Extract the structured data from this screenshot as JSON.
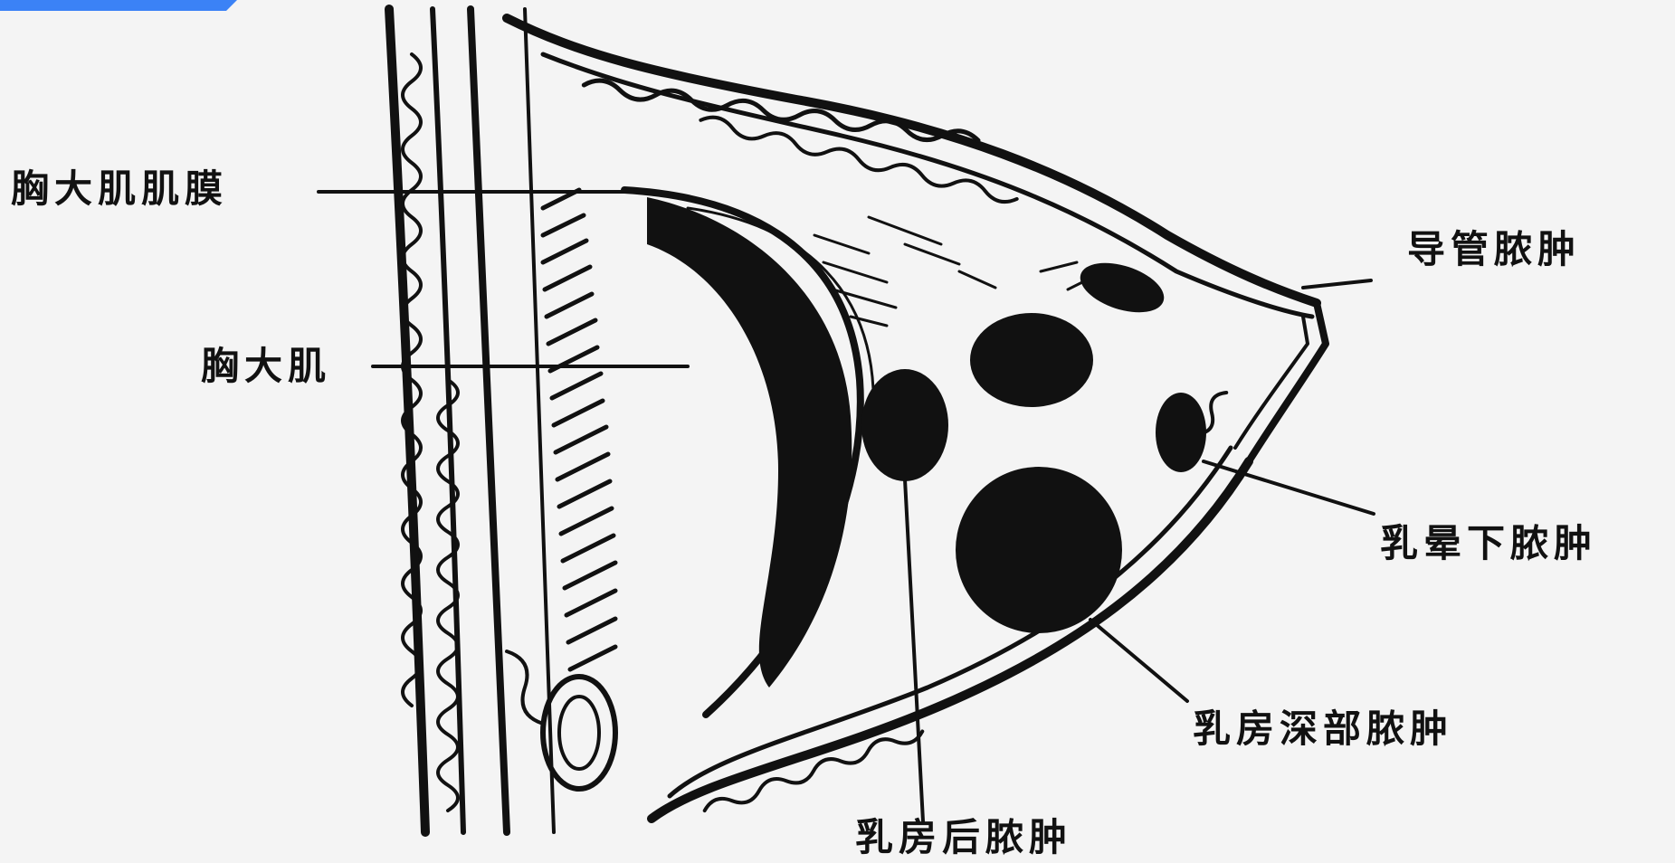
{
  "accent_color": "#3b82f6",
  "ink_color": "#111111",
  "paper_color": "#f4f4f4",
  "labels": {
    "fascia": "胸大肌肌膜",
    "muscle": "胸大肌",
    "duct_abscess": "导管脓肿",
    "subareolar_abscess": "乳晕下脓肿",
    "deep_abscess": "乳房深部脓肿",
    "retromammary_abscess": "乳房后脓肿"
  }
}
